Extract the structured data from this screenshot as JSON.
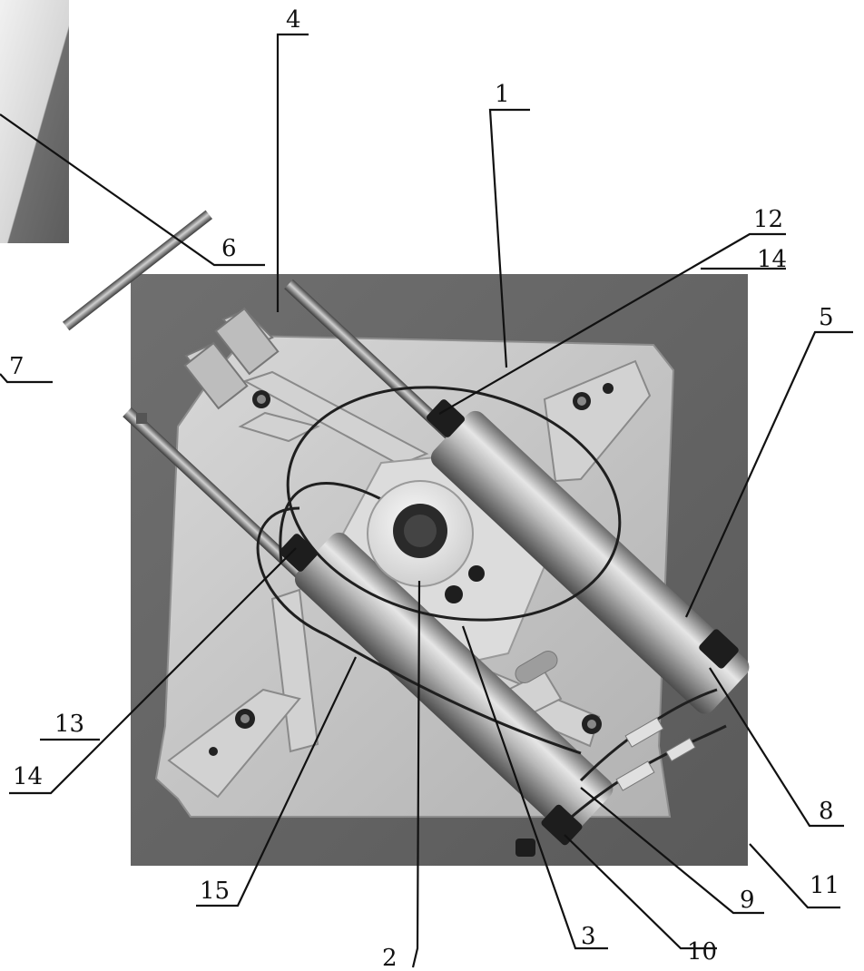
{
  "figure": {
    "callouts": [
      {
        "id": "1",
        "text": "1"
      },
      {
        "id": "2",
        "text": "2"
      },
      {
        "id": "3",
        "text": "3"
      },
      {
        "id": "4",
        "text": "4"
      },
      {
        "id": "5",
        "text": "5"
      },
      {
        "id": "6",
        "text": "6"
      },
      {
        "id": "7",
        "text": "7"
      },
      {
        "id": "8",
        "text": "8"
      },
      {
        "id": "9",
        "text": "9"
      },
      {
        "id": "10",
        "text": "10"
      },
      {
        "id": "11",
        "text": "11"
      },
      {
        "id": "12",
        "text": "12"
      },
      {
        "id": "13",
        "text": "13"
      },
      {
        "id": "14a",
        "text": "14"
      },
      {
        "id": "14b",
        "text": "14"
      },
      {
        "id": "15",
        "text": "15"
      }
    ]
  }
}
